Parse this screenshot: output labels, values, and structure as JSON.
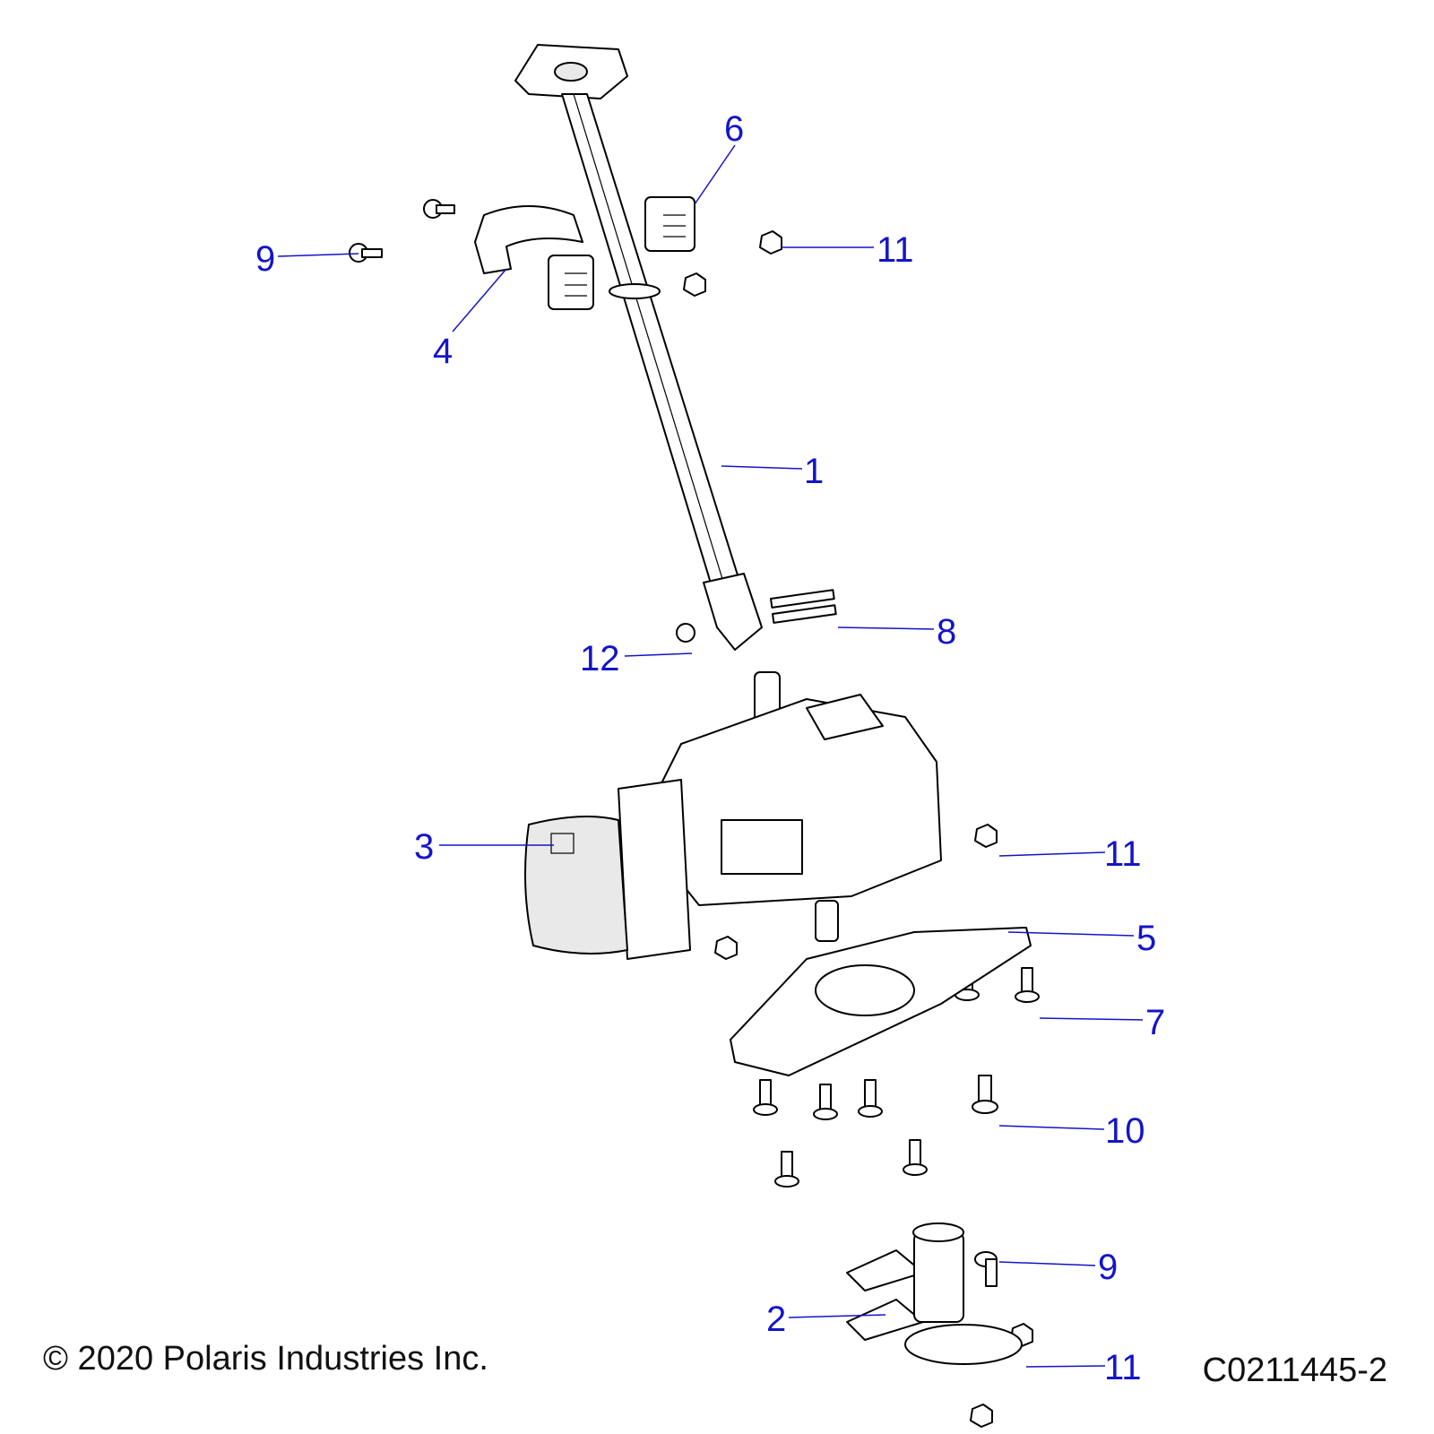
{
  "callouts": [
    {
      "ref": "6"
    },
    {
      "ref": "11"
    },
    {
      "ref": "9"
    },
    {
      "ref": "4"
    },
    {
      "ref": "1"
    },
    {
      "ref": "8"
    },
    {
      "ref": "12"
    },
    {
      "ref": "3"
    },
    {
      "ref": "11"
    },
    {
      "ref": "5"
    },
    {
      "ref": "7"
    },
    {
      "ref": "10"
    },
    {
      "ref": "9"
    },
    {
      "ref": "2"
    },
    {
      "ref": "11"
    }
  ],
  "footer": {
    "copyright": "© 2020 Polaris Industries Inc.",
    "figure_id": "C0211445-2"
  },
  "colors": {
    "callout": "#1414c8",
    "line": "#000000"
  }
}
